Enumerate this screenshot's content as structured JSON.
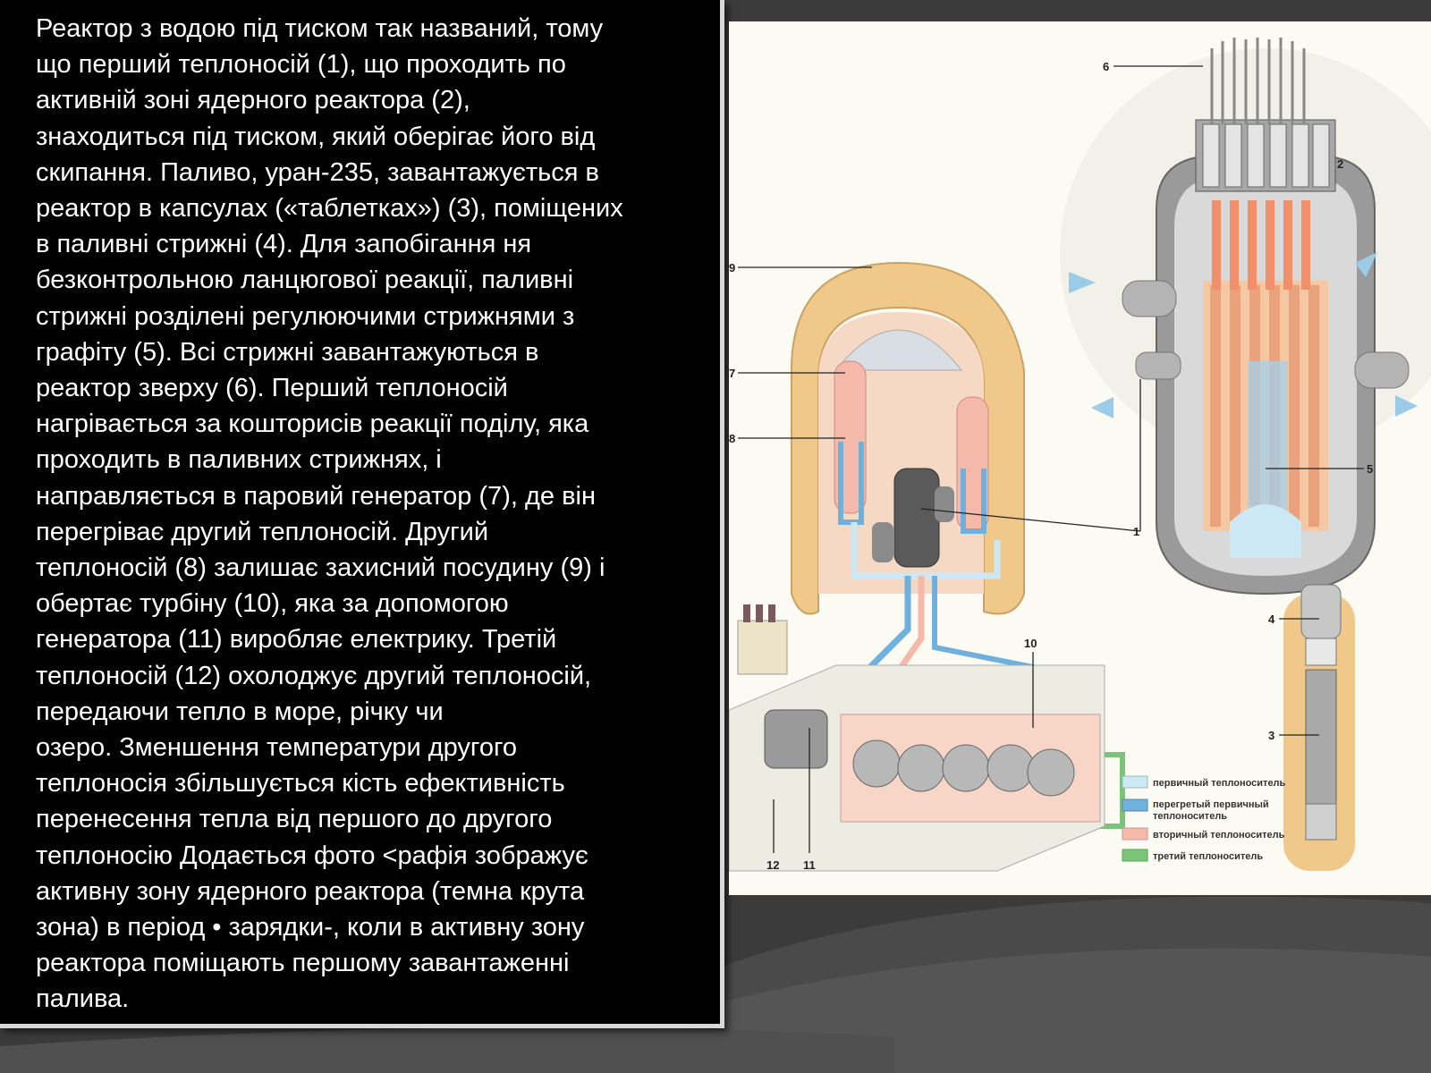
{
  "slide": {
    "body_text": "Реактор з водою під тиском так названий, тому\nщо перший теплоносій (1), що проходить по\nактивній зоні ядерного реактора (2),\nзнаходиться під тиском, який оберігає його від\nскипання. Паливо, уран-235, завантажується в\nреактор в капсулах («таблетках») (3), поміщених\nв паливні стрижні (4). Для запобігання ня\nбезконтрольною ланцюгової реакції, паливні\nстрижні розділені регулюючими стрижнями з\nграфіту (5). Всі стрижні завантажуються в\nреактор зверху (6). Перший теплоносій\nнагрівається за кошторисів реакції поділу, яка\nпроходить в паливних стрижнях, і\nнаправляється в паровий генератор (7), де він\nперегріває другий теплоносій. Другий\nтеплоносій (8) залишає захисний посудину (9) і\nобертає турбіну (10), яка за допомогою\nгенератора (11) виробляє електрику. Третій\nтеплоносій (12) охолоджує другий теплоносій,\nпередаючи тепло в море, річку чи\nозеро. Зменшення температури другого\nтеплоносія збільшується кість ефективність\nперенесення тепла від першого до другого\nтеплоносію Додається фото <рафія зображує\nактивну зону ядерного реактора (темна крута\nзона) в період • зарядки-, коли в активну зону\nреактора поміщають першому завантаженні\nпалива."
  },
  "diagram": {
    "labels": {
      "l1": "1",
      "l2": "2",
      "l3": "3",
      "l4": "4",
      "l5": "5",
      "l6": "6",
      "l7": "7",
      "l8": "8",
      "l9": "9",
      "l10": "10",
      "l11": "11",
      "l12": "12"
    },
    "legend": {
      "primary": "первичный теплоноситель",
      "superheated_line1": "перегретый первичный",
      "superheated_line2": "теплоноситель",
      "secondary": "вторичный теплоноситель",
      "tertiary": "третий теплоноситель"
    },
    "colors": {
      "primary": "#cde8f5",
      "superheated": "#6fb1dc",
      "secondary": "#f4b9a8",
      "tertiary": "#7cc47a",
      "containment": "#f0c98a"
    }
  }
}
